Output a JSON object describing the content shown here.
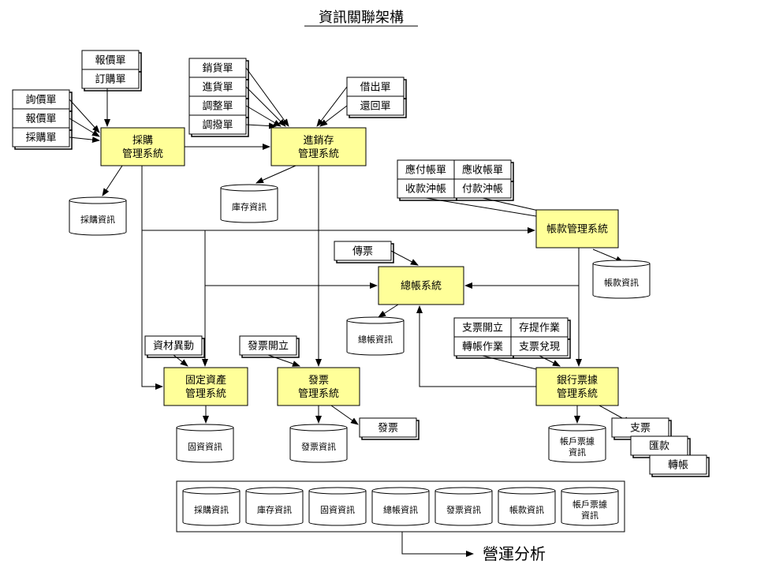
{
  "title": "資訊關聯架構",
  "systems": {
    "purchase": [
      "採購",
      "管理系統"
    ],
    "inventory": [
      "進銷存",
      "管理系統"
    ],
    "accounts": [
      "帳款管理系統"
    ],
    "ledger": [
      "總帳系統"
    ],
    "fixed_assets": [
      "固定資產",
      "管理系統"
    ],
    "invoice": [
      "發票",
      "管理系統"
    ],
    "bank": [
      "銀行票據",
      "管理系統"
    ]
  },
  "documents": {
    "quote_top": "報價單",
    "order": "訂購單",
    "inquiry": "詢價單",
    "quote_left": "報價單",
    "purchase_req": "採購單",
    "sales": "銷貨單",
    "incoming": "進貨單",
    "adjust": "調整單",
    "transfer": "調撥單",
    "lend": "借出單",
    "return": "還回單",
    "payable": "應付帳單",
    "receivable": "應收帳單",
    "receipt_offset": "收款沖帳",
    "payment_offset": "付款沖帳",
    "voucher": "傳票",
    "check_issue": "支票開立",
    "deposit_op": "存提作業",
    "transfer_op": "轉帳作業",
    "check_cash": "支票兌現",
    "asset_change": "資材異動",
    "invoice_issue": "發票開立",
    "invoice_out": "發票",
    "check_out": "支票",
    "remit_out": "匯款",
    "transfer_out": "轉帳"
  },
  "databases": {
    "purchase_info": "採購資訊",
    "stock_info": "庫存資訊",
    "account_info": "帳款資訊",
    "ledger_info": "總帳資訊",
    "asset_info": "固資資訊",
    "invoice_info": "發票資訊",
    "bank_info": [
      "帳戶票據",
      "資訊"
    ]
  },
  "warehouse": [
    "採購資訊",
    "庫存資訊",
    "固資資訊",
    "總帳資訊",
    "發票資訊",
    "帳款資訊",
    [
      "帳戶票據",
      "資訊"
    ]
  ],
  "analysis": "營運分析",
  "colors": {
    "system_fill": "#ffff99",
    "line": "#000000",
    "background": "#ffffff"
  }
}
